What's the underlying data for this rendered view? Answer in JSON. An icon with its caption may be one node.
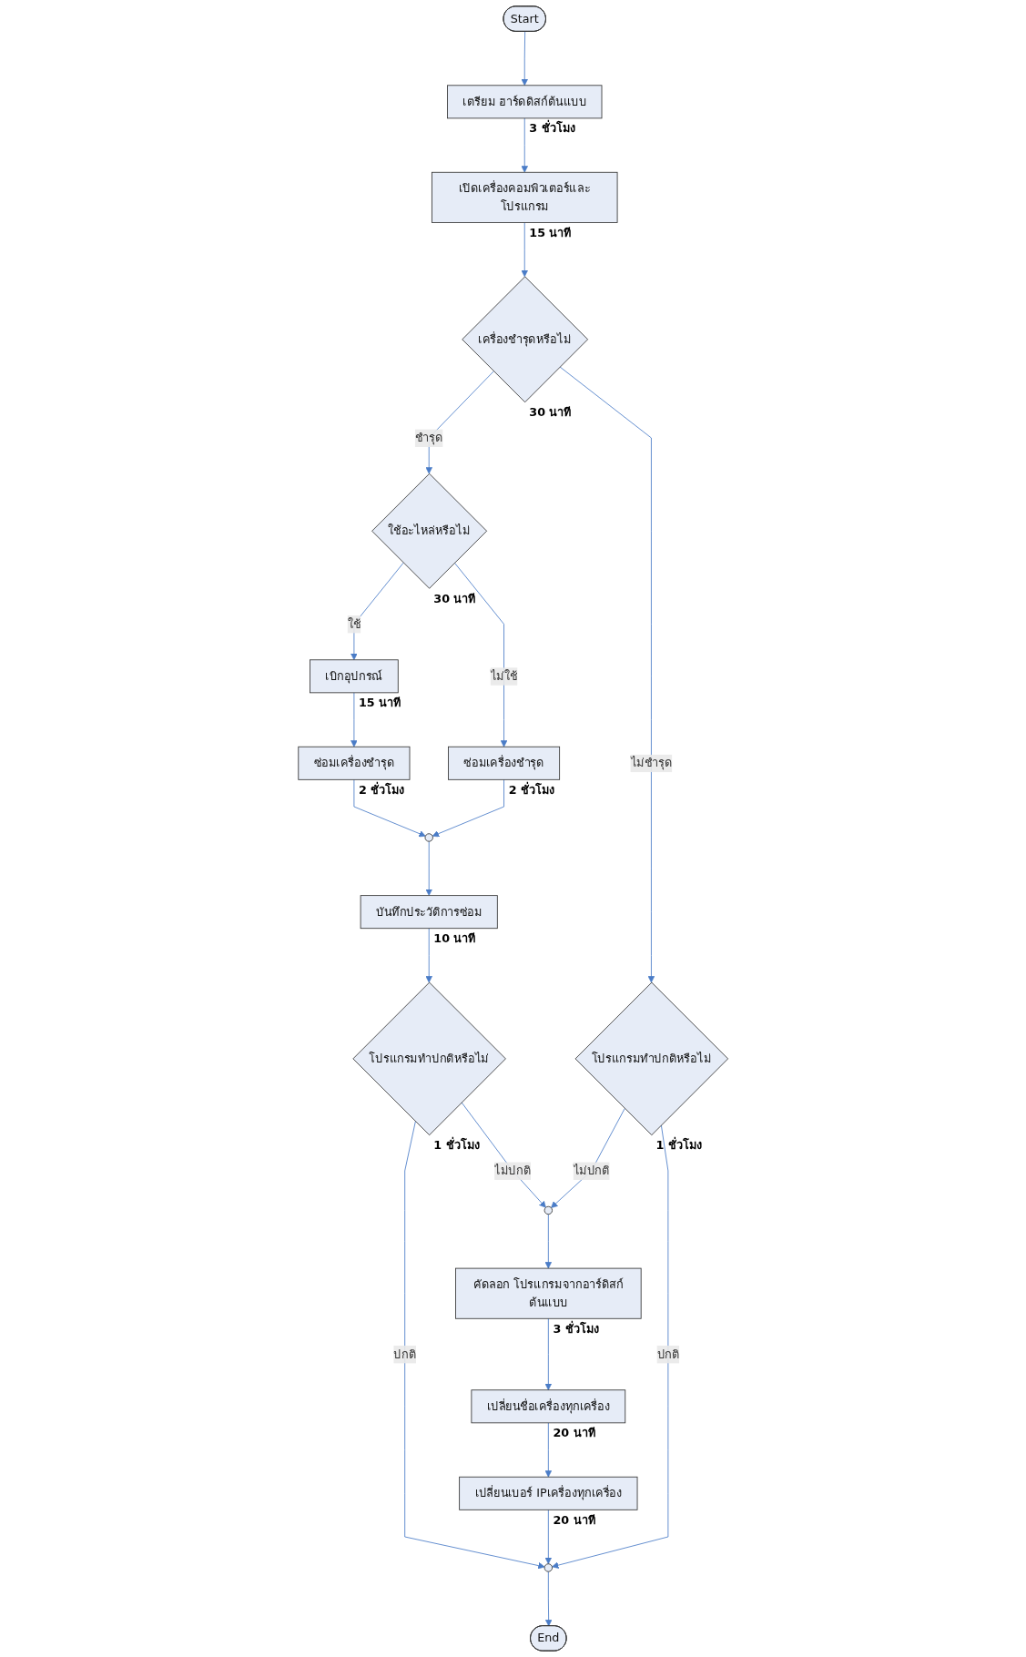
{
  "diagram": {
    "nodes": [
      {
        "text": [
          "Start"
        ]
      },
      {
        "text": [
          "เตรียม ฮาร์ดดิสก์ต้นแบบ"
        ],
        "beside": [
          "3 ชั่วโมง"
        ]
      },
      {
        "text": [
          "เปิดเครื่องคอมพิวเตอร์และโปรแกรม"
        ],
        "beside": [
          "15 นาที"
        ]
      },
      {
        "text": [
          "เครื่องชำรุดหรือไม่"
        ],
        "beside": [
          "30 นาที"
        ]
      },
      {
        "text": [
          "ใช้อะไหล่หรือไม่"
        ],
        "beside": [
          "30 นาที"
        ]
      },
      {
        "text": [
          "เบิกอุปกรณ์"
        ],
        "beside": [
          "15 นาที"
        ]
      },
      {
        "text": [
          "ซ่อมเครื่องชำรุด"
        ],
        "beside": [
          "2 ชั่วโมง"
        ]
      },
      {
        "text": [
          "โปรแกรมทำปกติหรือไม่"
        ],
        "beside": [
          "1 ชั่วโมง"
        ]
      },
      {
        "text": [
          "ซ่อมเครื่องชำรุด"
        ],
        "beside": [
          "2 ชั่วโมง"
        ]
      },
      {
        "text": [],
        "shape": "circle"
      },
      {
        "text": [
          "บันทึกประวัติการซ่อม"
        ],
        "beside": [
          "10 นาที"
        ]
      },
      {
        "text": [
          "โปรแกรมทำปกติหรือไม่"
        ],
        "beside": [
          "1 ชั่วโมง"
        ]
      },
      {
        "text": [],
        "shape": "circle"
      },
      {
        "text": [
          "คัดลอก โปรแกรมจากอาร์ดิสก์ต้นแบบ"
        ],
        "beside": [
          "3 ชั่วโมง"
        ]
      },
      {
        "text": [
          "เปลี่ยนชื่อเครื่องทุกเครื่อง"
        ],
        "beside": [
          "20 นาที"
        ]
      },
      {
        "text": [
          "เปลี่ยนเบอร์ IPเครื่องทุกเครื่อง"
        ],
        "beside": [
          "20 นาที"
        ]
      },
      {
        "text": [],
        "shape": "circle"
      },
      {
        "text": [
          "End"
        ]
      }
    ],
    "edges": [
      {
        "from": 0,
        "to": 1,
        "arrow": "to"
      },
      {
        "from": 1,
        "to": 2,
        "arrow": "to"
      },
      {
        "from": 2,
        "to": 3,
        "arrow": "to"
      },
      {
        "from": 3,
        "to": 4,
        "arrow": "to",
        "label": "ชำรุด"
      },
      {
        "from": 3,
        "to": 7,
        "arrow": "to",
        "label": "ไม่ชำรุด"
      },
      {
        "from": 4,
        "to": 5,
        "arrow": "to",
        "label": "ใช้"
      },
      {
        "from": 4,
        "to": 6,
        "arrow": "to",
        "label": "ไม่ใช้"
      },
      {
        "from": 5,
        "to": 8,
        "arrow": "to"
      },
      {
        "from": 6,
        "to": 9,
        "arrow": "to"
      },
      {
        "from": 8,
        "to": 9,
        "arrow": "to"
      },
      {
        "from": 9,
        "to": 10,
        "arrow": "to"
      },
      {
        "from": 10,
        "to": 11,
        "arrow": "to"
      },
      {
        "from": 11,
        "to": 16,
        "arrow": "to",
        "label": "ปกติ"
      },
      {
        "from": 11,
        "to": 12,
        "arrow": "to",
        "label": "ไม่ปกติ"
      },
      {
        "from": 7,
        "to": 12,
        "arrow": "to",
        "label": "ไม่ปกติ"
      },
      {
        "from": 7,
        "to": 16,
        "arrow": "to",
        "label": "ปกติ"
      },
      {
        "from": 12,
        "to": 13,
        "arrow": "to"
      },
      {
        "from": 13,
        "to": 14,
        "arrow": "to"
      },
      {
        "from": 14,
        "to": 15,
        "arrow": "to"
      },
      {
        "from": 15,
        "to": 16,
        "arrow": "to"
      },
      {
        "from": 16,
        "to": 17,
        "arrow": "to"
      }
    ]
  }
}
